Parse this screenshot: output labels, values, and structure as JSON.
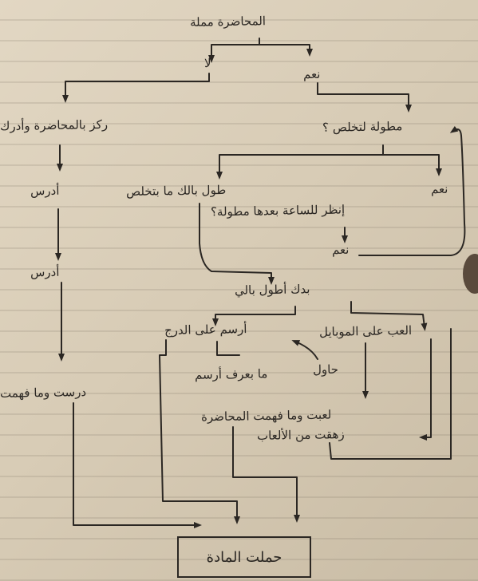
{
  "diagram": {
    "start": "المحاضرة مملة",
    "no": "لا",
    "yes": "نعم",
    "is_long_question": "مطولة لتخلص ؟",
    "focus_and_understand": "ركز بالمحاضرة وأدرك",
    "study_1": "أدرس",
    "study_2": "أدرس",
    "studied_and_understood": "درست وما فهمت",
    "be_patient": "طول بالك ما بتخلص",
    "yes_2": "نعم",
    "look_at_clock": "إنظر للساعة بعدها مطولة؟",
    "yes_3": "نعم",
    "want_to_be_patient": "بدك أطول بالي",
    "draw_on_desk": "أرسم على الدرج",
    "play_on_mobile": "العب على الموبايل",
    "try": "حاول",
    "dont_know_draw": "ما بعرف أرسم",
    "wasted_lecture": "لعبت وما فهمت المحاضرة",
    "bored_of_games": "زهقت من الألعاب",
    "end": "حملت المادة"
  },
  "colors": {
    "ink": "#2b2723",
    "paper": "#ddd2bd"
  }
}
